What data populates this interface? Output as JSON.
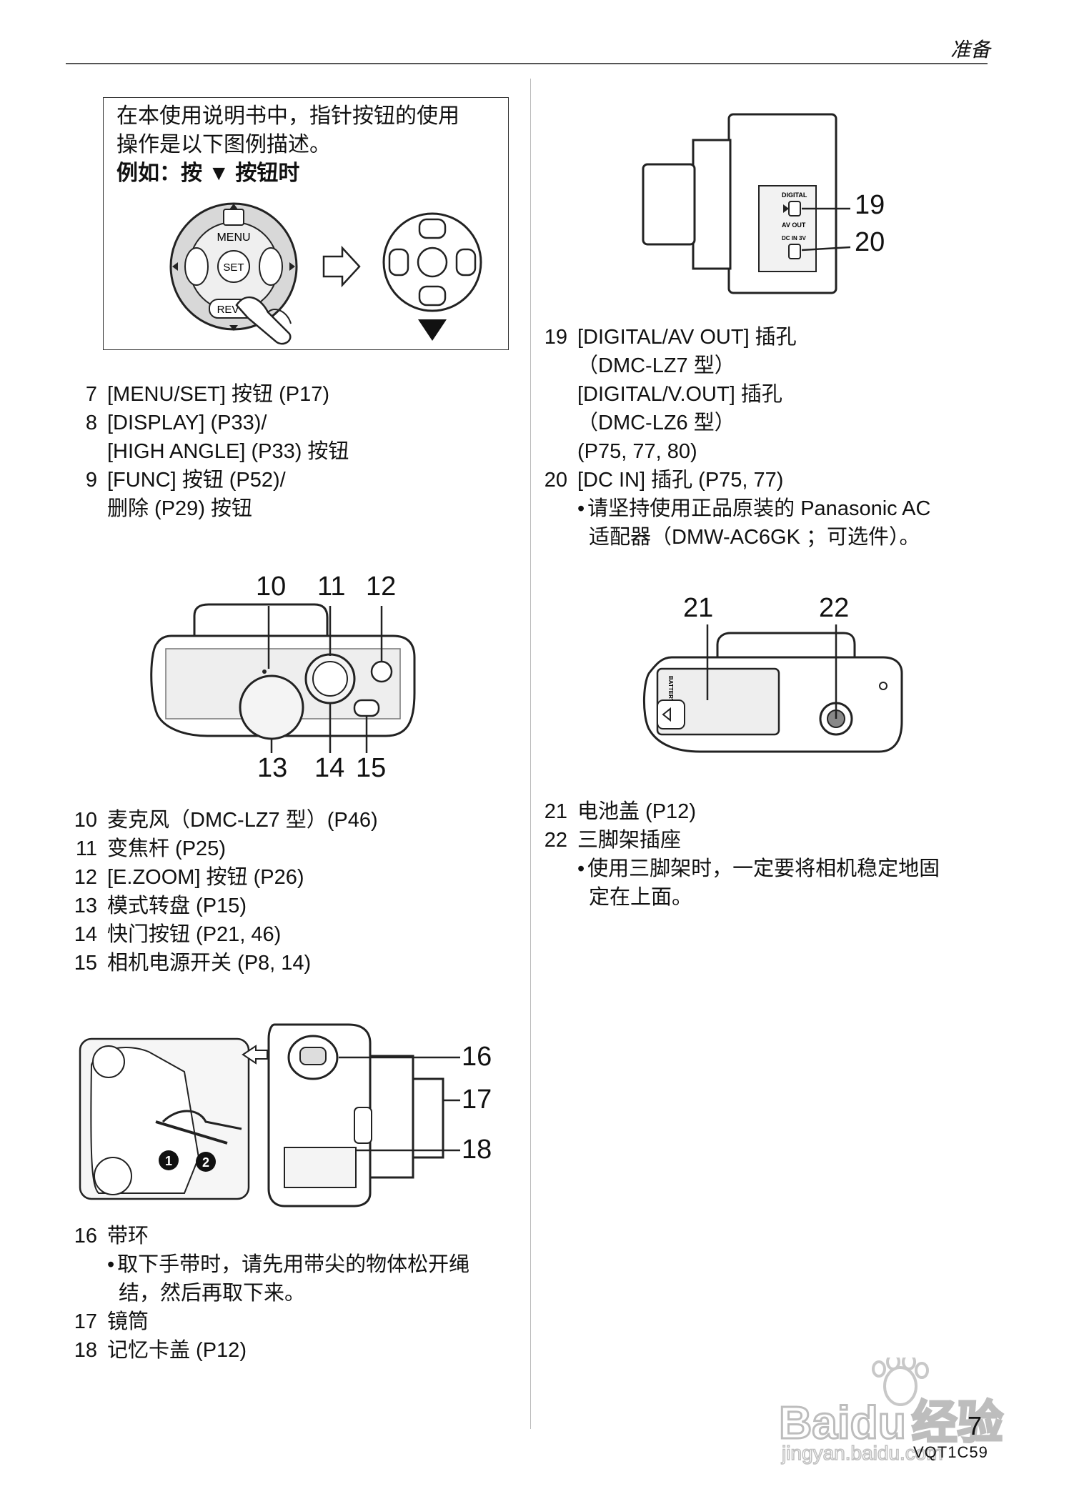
{
  "header": {
    "title": "准备"
  },
  "callout": {
    "lines": [
      "在本使用说明书中，指针按钮的使用",
      "操作是以下图例描述。"
    ],
    "example": "例如：按 ▼ 按钮时",
    "dial_labels": {
      "menu": "MENU",
      "set": "SET",
      "rev": "REV"
    }
  },
  "list_a": [
    {
      "num": "7",
      "text": "[MENU/SET] 按钮 (P17)"
    },
    {
      "num": "8",
      "text": "[DISPLAY] (P33)/",
      "cont": "[HIGH ANGLE] (P33) 按钮"
    },
    {
      "num": "9",
      "text": "[FUNC] 按钮 (P52)/",
      "cont": "删除 (P29) 按钮"
    }
  ],
  "fig_top": {
    "callouts": [
      "10",
      "11",
      "12",
      "13",
      "14",
      "15"
    ]
  },
  "list_b": [
    {
      "num": "10",
      "text": "麦克风（DMC-LZ7 型）(P46)"
    },
    {
      "num": "11",
      "text": "变焦杆 (P25)"
    },
    {
      "num": "12",
      "text": "[E.ZOOM] 按钮 (P26)"
    },
    {
      "num": "13",
      "text": "模式转盘 (P15)"
    },
    {
      "num": "14",
      "text": "快门按钮 (P21, 46)"
    },
    {
      "num": "15",
      "text": "相机电源开关 (P8, 14)"
    }
  ],
  "fig_side": {
    "callouts": [
      "16",
      "17",
      "18"
    ],
    "steps": [
      "1",
      "2"
    ]
  },
  "list_c": [
    {
      "num": "16",
      "text": "带环",
      "bullet": [
        "取下手带时，请先用带尖的物体松开绳",
        "结，然后再取下来。"
      ]
    },
    {
      "num": "17",
      "text": "镜筒"
    },
    {
      "num": "18",
      "text": "记忆卡盖 (P12)"
    }
  ],
  "fig_right": {
    "callouts": [
      "19",
      "20"
    ],
    "port_labels": [
      "DIGITAL",
      "AV OUT",
      "DC IN 3V"
    ]
  },
  "list_d": [
    {
      "num": "19",
      "text": "[DIGITAL/AV OUT] 插孔",
      "conts": [
        "（DMC-LZ7 型）",
        "[DIGITAL/V.OUT] 插孔",
        "（DMC-LZ6 型）",
        "(P75, 77, 80)"
      ]
    },
    {
      "num": "20",
      "text": "[DC IN] 插孔 (P75, 77)",
      "bullet": [
        "请坚持使用正品原装的 Panasonic AC",
        "适配器（DMW-AC6GK ；可选件）。"
      ]
    }
  ],
  "fig_bottom": {
    "callouts": [
      "21",
      "22"
    ],
    "battery_label": "BATTERY"
  },
  "list_e": [
    {
      "num": "21",
      "text": "电池盖 (P12)"
    },
    {
      "num": "22",
      "text": "三脚架插座",
      "bullet": [
        "使用三脚架时，一定要将相机稳定地固",
        "定在上面。"
      ]
    }
  ],
  "footer": {
    "page": "7",
    "code": "VQT1C59"
  },
  "watermark": {
    "brand": "Bai",
    "brand_tail": "du",
    "cn": "经验",
    "site": "jingyan.baidu.com"
  }
}
